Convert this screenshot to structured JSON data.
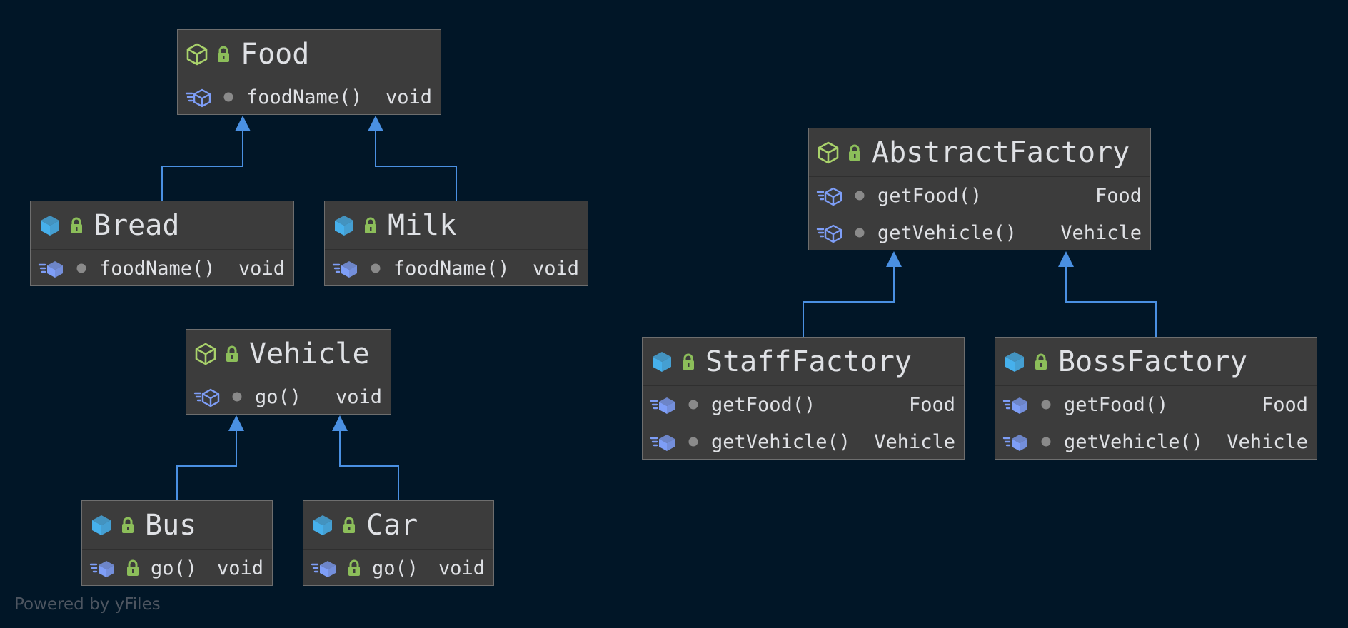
{
  "colors": {
    "background": "#011627",
    "node_fill": "#3c3c3c",
    "node_border": "#6e6e6e",
    "edge": "#4a90e2",
    "interface_icon": "#a9d26b",
    "class_icon": "#46b0ec",
    "method_icon": "#7e9ef7",
    "lock": "#8cbe5a",
    "dot": "#8a8a8a",
    "text": "#dfe1e5"
  },
  "nodes": [
    {
      "id": "food",
      "name": "Food",
      "kind": "interface",
      "members": [
        {
          "vis": "dot",
          "name": "foodName()",
          "type": "void"
        }
      ]
    },
    {
      "id": "bread",
      "name": "Bread",
      "kind": "class",
      "members": [
        {
          "vis": "dot",
          "name": "foodName()",
          "type": "void"
        }
      ]
    },
    {
      "id": "milk",
      "name": "Milk",
      "kind": "class",
      "members": [
        {
          "vis": "dot",
          "name": "foodName()",
          "type": "void"
        }
      ]
    },
    {
      "id": "vehicle",
      "name": "Vehicle",
      "kind": "interface",
      "members": [
        {
          "vis": "dot",
          "name": "go()",
          "type": "void"
        }
      ]
    },
    {
      "id": "bus",
      "name": "Bus",
      "kind": "class",
      "members": [
        {
          "vis": "lock",
          "name": "go()",
          "type": "void"
        }
      ]
    },
    {
      "id": "car",
      "name": "Car",
      "kind": "class",
      "members": [
        {
          "vis": "lock",
          "name": "go()",
          "type": "void"
        }
      ]
    },
    {
      "id": "abstractfactory",
      "name": "AbstractFactory",
      "kind": "interface",
      "members": [
        {
          "vis": "dot",
          "name": "getFood()",
          "type": "Food"
        },
        {
          "vis": "dot",
          "name": "getVehicle()",
          "type": "Vehicle"
        }
      ]
    },
    {
      "id": "stafffactory",
      "name": "StaffFactory",
      "kind": "class",
      "members": [
        {
          "vis": "dot",
          "name": "getFood()",
          "type": "Food"
        },
        {
          "vis": "dot",
          "name": "getVehicle()",
          "type": "Vehicle"
        }
      ]
    },
    {
      "id": "bossfactory",
      "name": "BossFactory",
      "kind": "class",
      "members": [
        {
          "vis": "dot",
          "name": "getFood()",
          "type": "Food"
        },
        {
          "vis": "dot",
          "name": "getVehicle()",
          "type": "Vehicle"
        }
      ]
    }
  ],
  "edges": [
    {
      "from": "bread",
      "to": "food"
    },
    {
      "from": "milk",
      "to": "food"
    },
    {
      "from": "bus",
      "to": "vehicle"
    },
    {
      "from": "car",
      "to": "vehicle"
    },
    {
      "from": "stafffactory",
      "to": "abstractfactory"
    },
    {
      "from": "bossfactory",
      "to": "abstractfactory"
    }
  ],
  "footer": {
    "text": "Powered by yFiles"
  }
}
